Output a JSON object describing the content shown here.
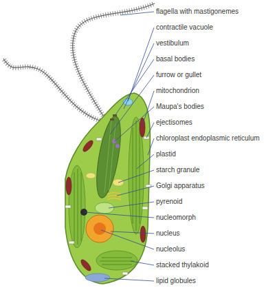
{
  "diagram": {
    "labels": [
      "flagella with mastigonemes",
      "contractile vacuole",
      "vestibulum",
      "basal bodies",
      "furrow or gullet",
      "mitochondrion",
      "Maupa's bodies",
      "ejectisomes",
      "chloroplast endoplasmic reticulum",
      "plastid",
      "starch granule",
      "Golgi apparatus",
      "pyrenoid",
      "nucleomorph",
      "nucleus",
      "nucleolus",
      "stacked thylakoid",
      "lipid globules"
    ]
  }
}
